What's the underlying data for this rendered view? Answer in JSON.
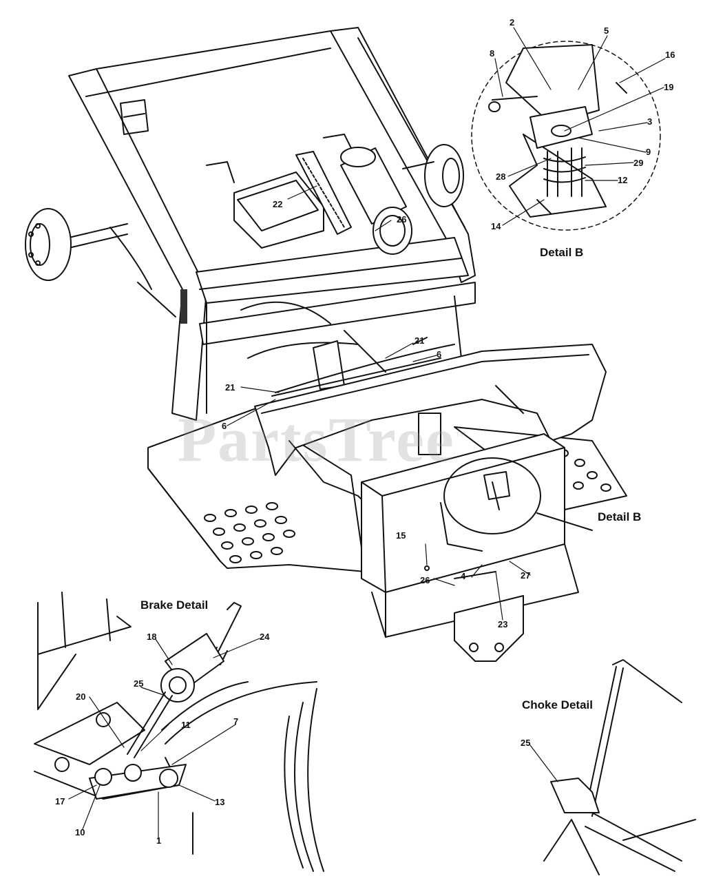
{
  "watermark": {
    "text": "PartsTree",
    "mark": "™"
  },
  "detail_titles": {
    "detail_b": "Detail B",
    "detail_b_callout": "Detail B",
    "brake": "Brake Detail",
    "choke": "Choke Detail"
  },
  "callouts": {
    "d_2": "2",
    "d_5": "5",
    "d_8": "8",
    "d_16": "16",
    "d_19": "19",
    "d_3": "3",
    "d_9": "9",
    "d_28": "28",
    "d_29": "29",
    "d_12": "12",
    "d_14": "14",
    "m_22": "22",
    "m_26a": "26",
    "m_21a": "21",
    "m_6a": "6",
    "m_21b": "21",
    "m_6b": "6",
    "m_15": "15",
    "m_26b": "26",
    "m_4": "4",
    "m_27": "27",
    "m_23": "23",
    "b_18": "18",
    "b_24": "24",
    "b_25": "25",
    "b_20": "20",
    "b_11": "11",
    "b_7": "7",
    "b_17": "17",
    "b_13": "13",
    "b_10": "10",
    "b_1": "1",
    "c_25": "25"
  }
}
